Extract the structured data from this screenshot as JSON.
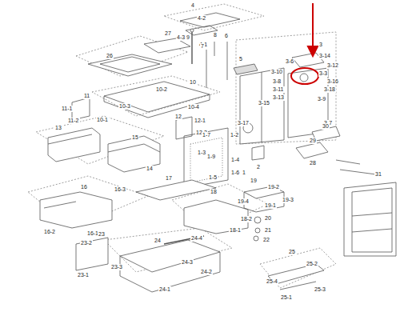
{
  "diagram": {
    "labels": [
      "4",
      "4-2",
      "4-3",
      "4-1",
      "9",
      "8",
      "7",
      "6",
      "5",
      "3",
      "3-14",
      "3-6",
      "3-10",
      "3-12",
      "3-3",
      "3-16",
      "3-8",
      "3-11",
      "3-18",
      "3-13",
      "3-9",
      "3-15",
      "3-7",
      "3-17",
      "27",
      "26",
      "10",
      "10-2",
      "10-3",
      "10-4",
      "10-1",
      "11",
      "11-1",
      "11-2",
      "12",
      "12-1",
      "12-2",
      "1-7",
      "1-2",
      "1-3",
      "1-9",
      "1-4",
      "1-5",
      "1-6",
      "1",
      "2",
      "13",
      "15",
      "14",
      "30",
      "29",
      "28",
      "31",
      "17",
      "16",
      "16-1",
      "16-3",
      "16-2",
      "18",
      "18-2",
      "18-1",
      "19",
      "19-2",
      "19-4",
      "19-3",
      "19-1",
      "20",
      "21",
      "22",
      "23",
      "23-2",
      "23-1",
      "23-3",
      "24",
      "24-4",
      "24-3",
      "24-2",
      "24-1",
      "25",
      "25-2",
      "25-4",
      "25-3",
      "25-1"
    ]
  }
}
